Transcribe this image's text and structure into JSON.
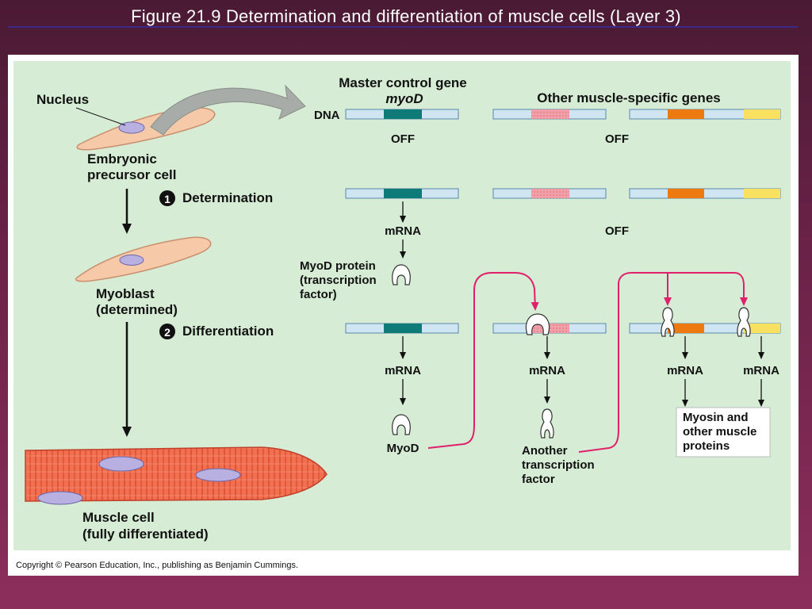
{
  "slide": {
    "title": "Figure 21.9  Determination and differentiation of muscle cells (Layer 3)"
  },
  "colors": {
    "background": "#7a2650",
    "panel": "#d6ecd4",
    "dna_strand": "#cfe6f2",
    "myod_gene": "#0e7b78",
    "gene_pink": "#f0a0a8",
    "gene_orange": "#ec7a10",
    "gene_yellow": "#f8e060",
    "cell": "#f6c9a8",
    "muscle": "#f07050",
    "nucleus": "#b8b0e0",
    "pathway_arrow": "#e0206a"
  },
  "left": {
    "nucleus_label": "Nucleus",
    "embryonic_line1": "Embryonic",
    "embryonic_line2": "precursor cell",
    "step1_number": "1",
    "step1_label": "Determination",
    "myoblast_line1": "Myoblast",
    "myoblast_line2": "(determined)",
    "step2_number": "2",
    "step2_label": "Differentiation",
    "muscle_line1": "Muscle cell",
    "muscle_line2": "(fully differentiated)"
  },
  "genes": {
    "master_line1": "Master control gene",
    "master_line2": "myoD",
    "other_label": "Other muscle-specific genes",
    "dna_label": "DNA",
    "off_label": "OFF"
  },
  "pathway": {
    "mrna": "mRNA",
    "myod_protein_line1": "MyoD protein",
    "myod_protein_line2": "(transcription",
    "myod_protein_line3": "factor)",
    "myod": "MyoD",
    "another_line1": "Another",
    "another_line2": "transcription",
    "another_line3": "factor",
    "myosin_line1": "Myosin and",
    "myosin_line2": "other muscle",
    "myosin_line3": "proteins"
  },
  "copyright": "Copyright © Pearson Education, Inc., publishing as Benjamin Cummings."
}
